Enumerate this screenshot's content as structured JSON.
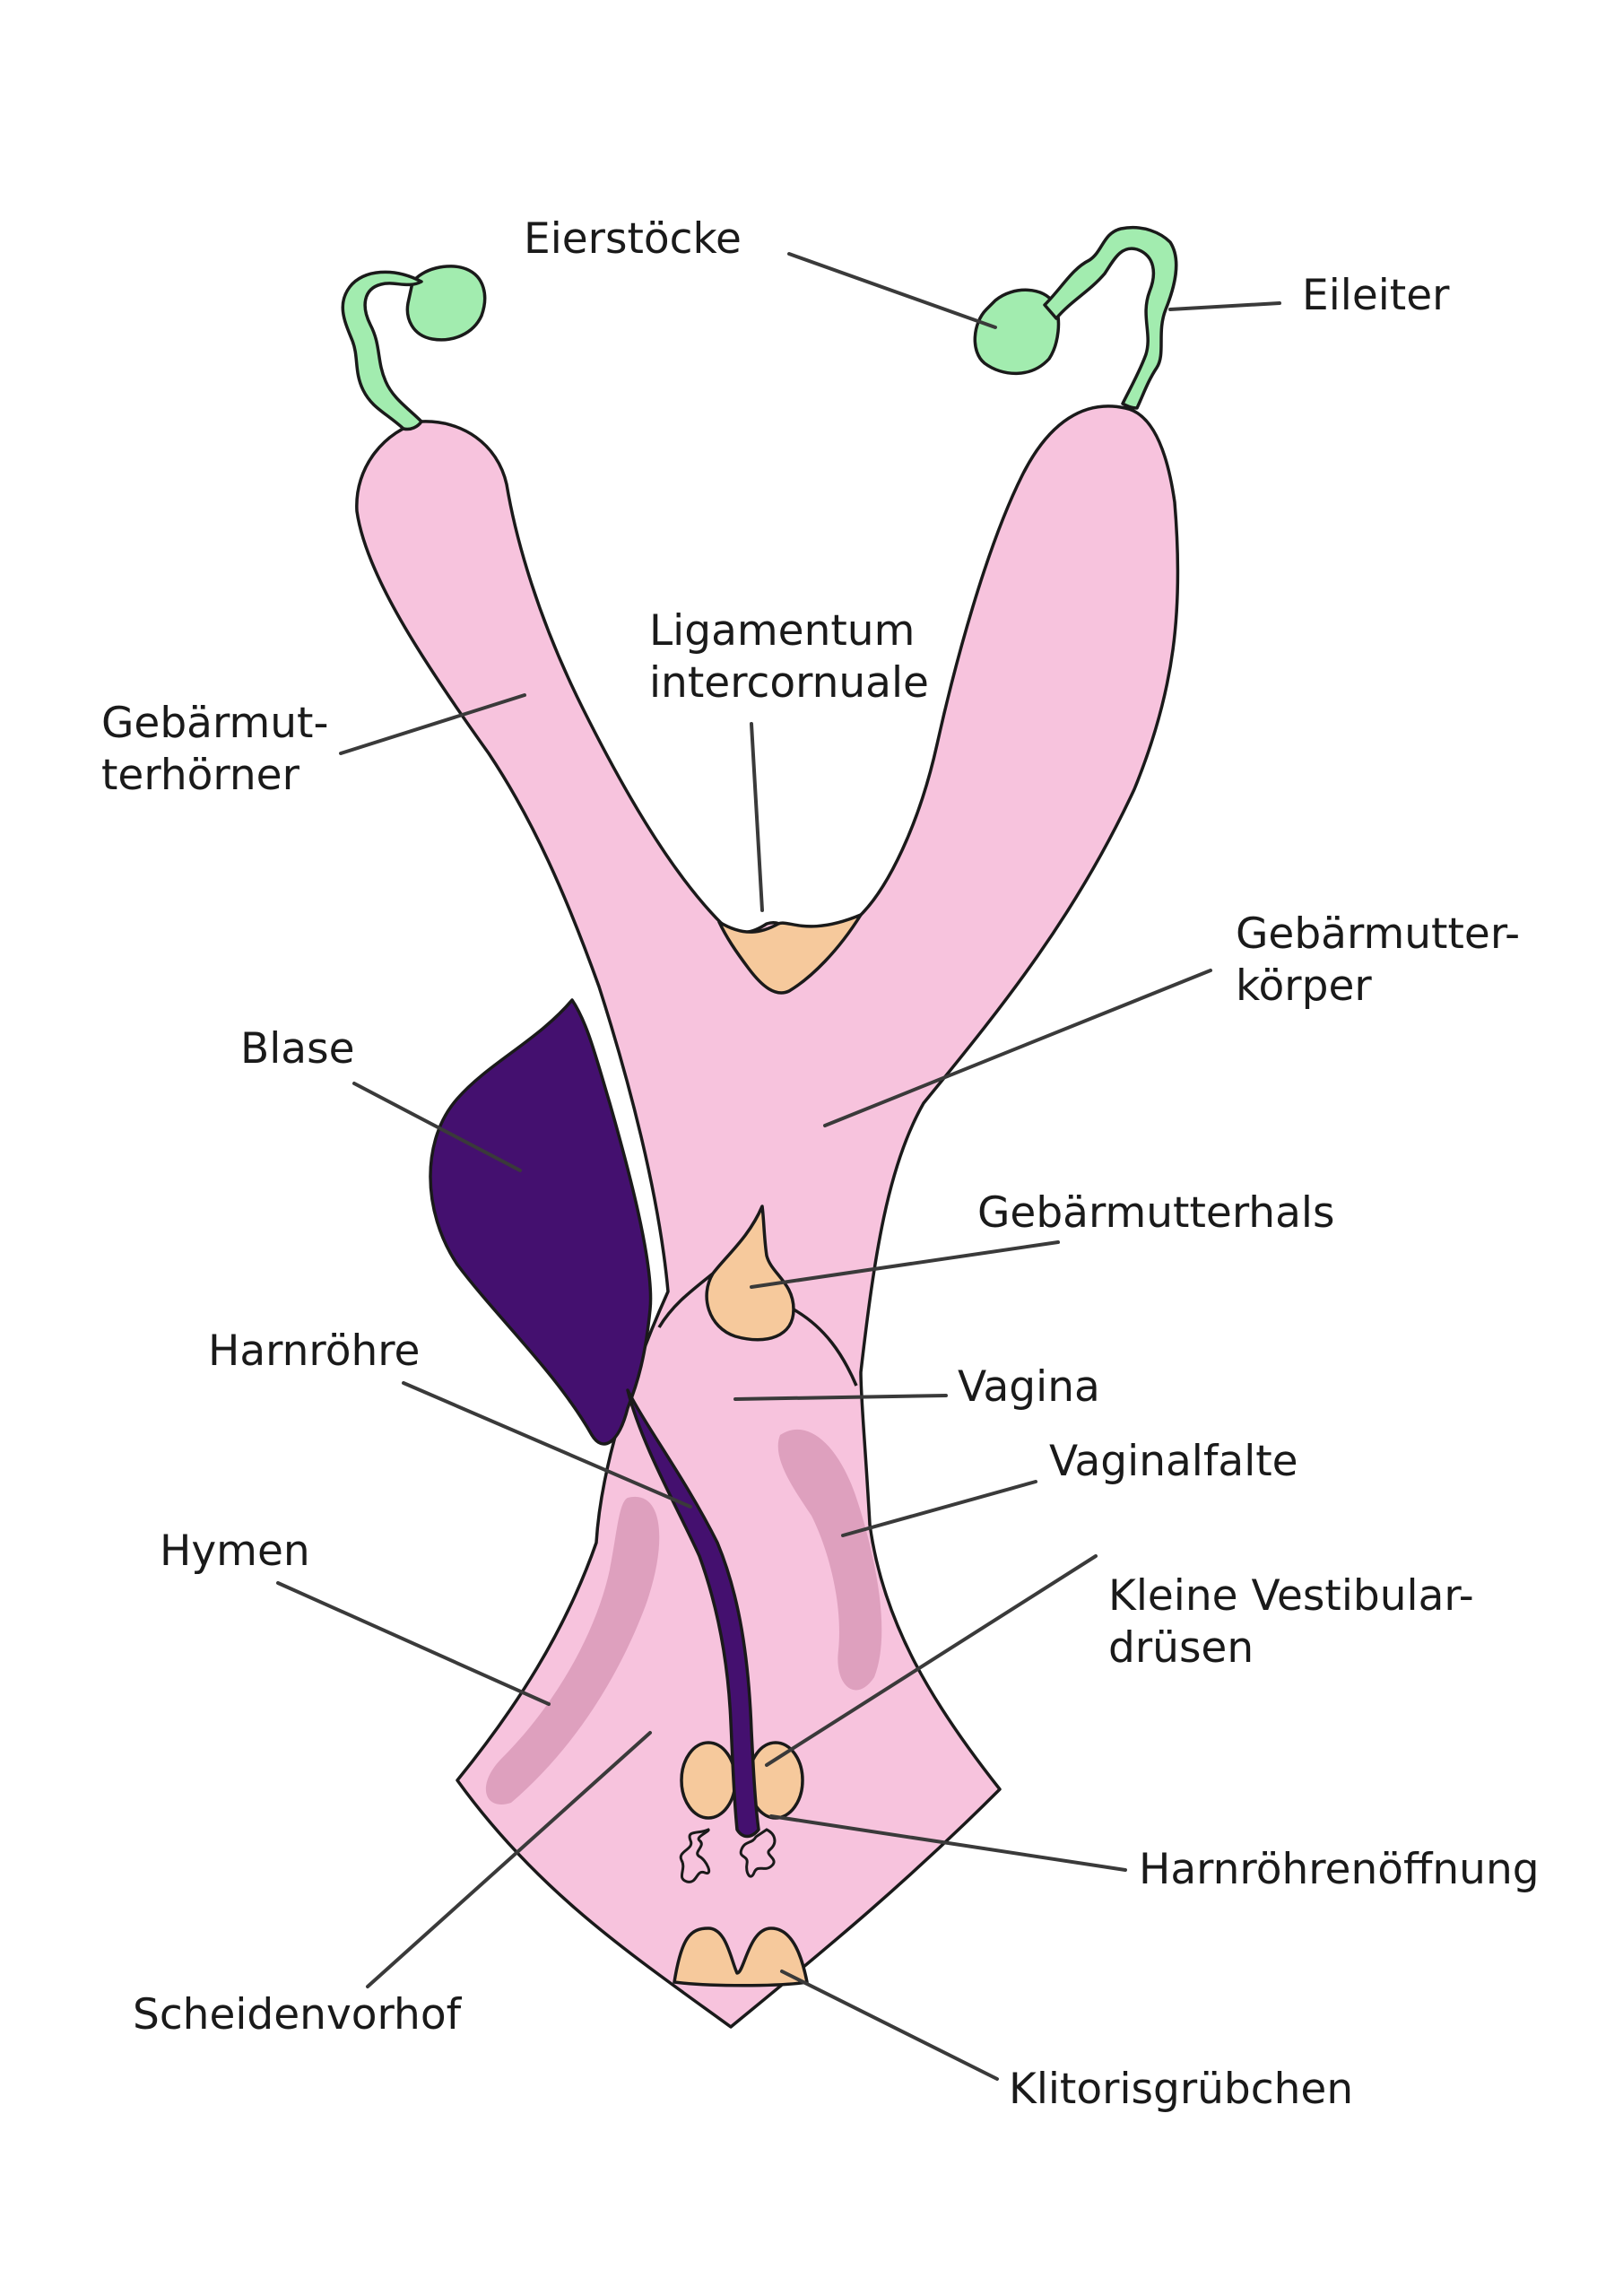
{
  "colors": {
    "uterus": "#f7c3dd",
    "ovary": "#a2ecaf",
    "bladder": "#44106f",
    "tan": "#f6c99c",
    "fold": "#d99ab8",
    "outline": "#1a1a1a"
  },
  "labels": {
    "eierstoecke": "Eierstöcke",
    "eileiter": "Eileiter",
    "ligamentum_1": "Ligamentum",
    "ligamentum_2": "intercornuale",
    "gebaermutterhoerner_1": "Gebärmut-",
    "gebaermutterhoerner_2": "terhörner",
    "gebaermutterkoerper_1": "Gebärmutter-",
    "gebaermutterkoerper_2": "körper",
    "blase": "Blase",
    "gebaermutterhals": "Gebärmutterhals",
    "harnroehre": "Harnröhre",
    "vagina": "Vagina",
    "vaginalfalte": "Vaginalfalte",
    "hymen": "Hymen",
    "kleine_vestibulardruesen_1": "Kleine Vestibular-",
    "kleine_vestibulardruesen_2": "drüsen",
    "harnroehrenoeffnung": "Harnröhrenöffnung",
    "scheidenvorhof": "Scheidenvorhof",
    "klitorisgruebchen": "Klitorisgrübchen"
  }
}
